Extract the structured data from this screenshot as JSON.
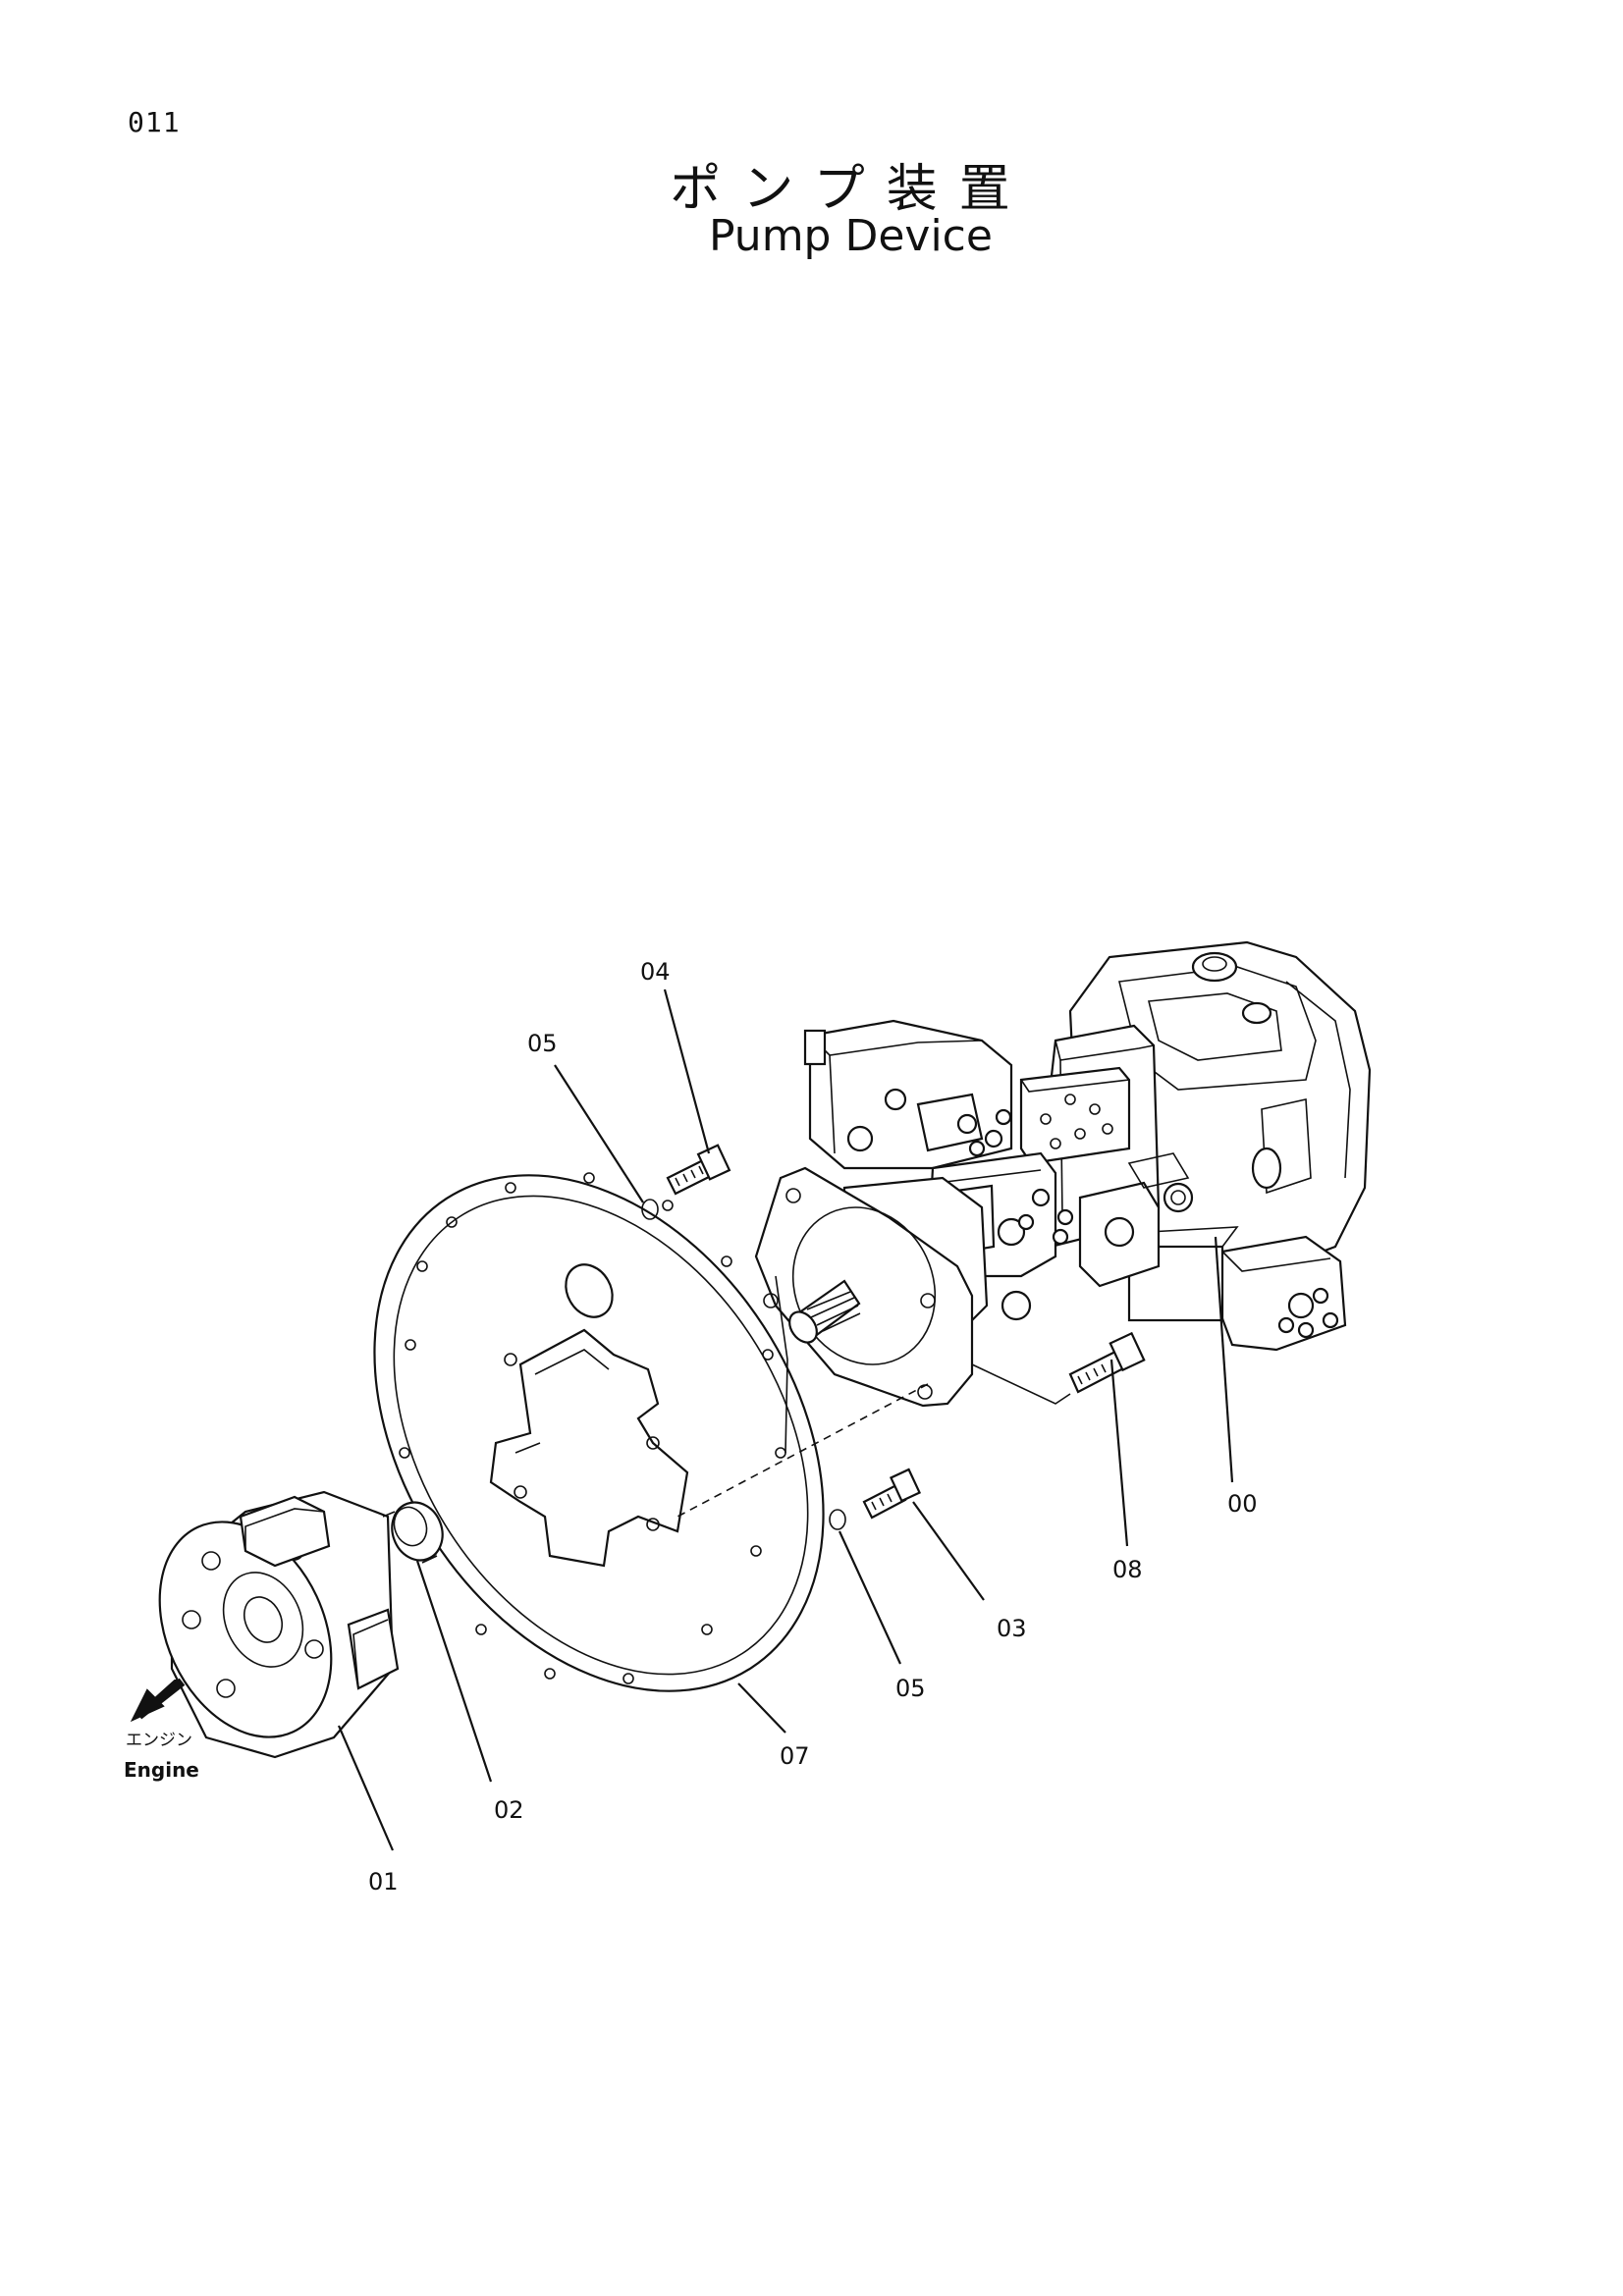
{
  "page": {
    "code": "011",
    "title_ja": "ポンプ装置",
    "title_en": "Pump Device"
  },
  "engine": {
    "label_ja": "エンジン",
    "label_en": "Engine",
    "icon": "arrow-down-left-icon"
  },
  "callouts": {
    "c00": "00",
    "c01": "01",
    "c02": "02",
    "c03": "03",
    "c04": "04",
    "c05_top": "05",
    "c05_bottom": "05",
    "c07": "07",
    "c08": "08"
  }
}
